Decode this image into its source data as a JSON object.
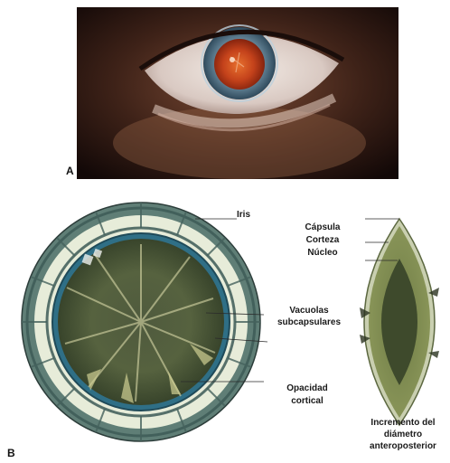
{
  "panel_a": {
    "letter": "A"
  },
  "panel_b": {
    "letter": "B",
    "labels": {
      "iris": "Iris",
      "capsula": "Cápsula",
      "corteza": "Corteza",
      "nucleo": "Núcleo",
      "vacuolas_1": "Vacuolas",
      "vacuolas_2": "subcapsulares",
      "opacidad_1": "Opacidad",
      "opacidad_2": "cortical",
      "incremento_1": "Incremento del",
      "incremento_2": "diámetro",
      "incremento_3": "anteroposterior"
    }
  }
}
